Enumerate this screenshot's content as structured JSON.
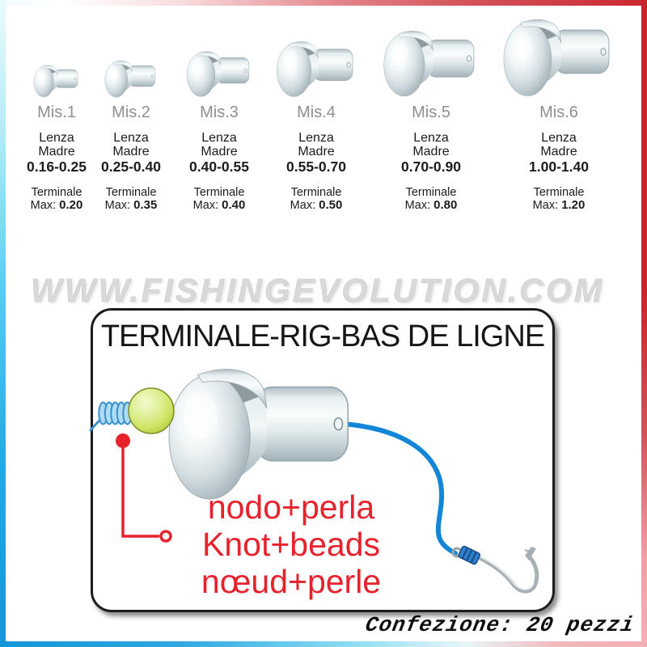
{
  "watermark": "WWW.FISHINGEVOLUTION.COM",
  "package_note": "Confezione: 20 pezzi",
  "sizes": [
    {
      "label": "Mis.1",
      "lenza": "Lenza",
      "madre": "Madre",
      "range": "0.16-0.25",
      "terminale": "Terminale",
      "max_label": "Max:",
      "max_value": "0.20"
    },
    {
      "label": "Mis.2",
      "lenza": "Lenza",
      "madre": "Madre",
      "range": "0.25-0.40",
      "terminale": "Terminale",
      "max_label": "Max:",
      "max_value": "0.35"
    },
    {
      "label": "Mis.3",
      "lenza": "Lenza",
      "madre": "Madre",
      "range": "0.40-0.55",
      "terminale": "Terminale",
      "max_label": "Max:",
      "max_value": "0.40"
    },
    {
      "label": "Mis.4",
      "lenza": "Lenza",
      "madre": "Madre",
      "range": "0.55-0.70",
      "terminale": "Terminale",
      "max_label": "Max:",
      "max_value": "0.50"
    },
    {
      "label": "Mis.5",
      "lenza": "Lenza",
      "madre": "Madre",
      "range": "0.70-0.90",
      "terminale": "Terminale",
      "max_label": "Max:",
      "max_value": "0.80"
    },
    {
      "label": "Mis.6",
      "lenza": "Lenza",
      "madre": "Madre",
      "range": "1.00-1.40",
      "terminale": "Terminale",
      "max_label": "Max:",
      "max_value": "1.20"
    }
  ],
  "diagram": {
    "title": "TERMINALE-RIG-BAS DE LIGNE",
    "captions": [
      "nodo+perla",
      "Knot+beads",
      "nœud+perle"
    ]
  },
  "colors": {
    "frame_red": "#c9252c",
    "frame_blue": "#1496d9",
    "accent_red": "#e8222d",
    "line_blue": "#1486d8",
    "bead_green": "#cfe465",
    "silver": "#c7d2d6",
    "watermark_gray": "#d9d9d9"
  }
}
